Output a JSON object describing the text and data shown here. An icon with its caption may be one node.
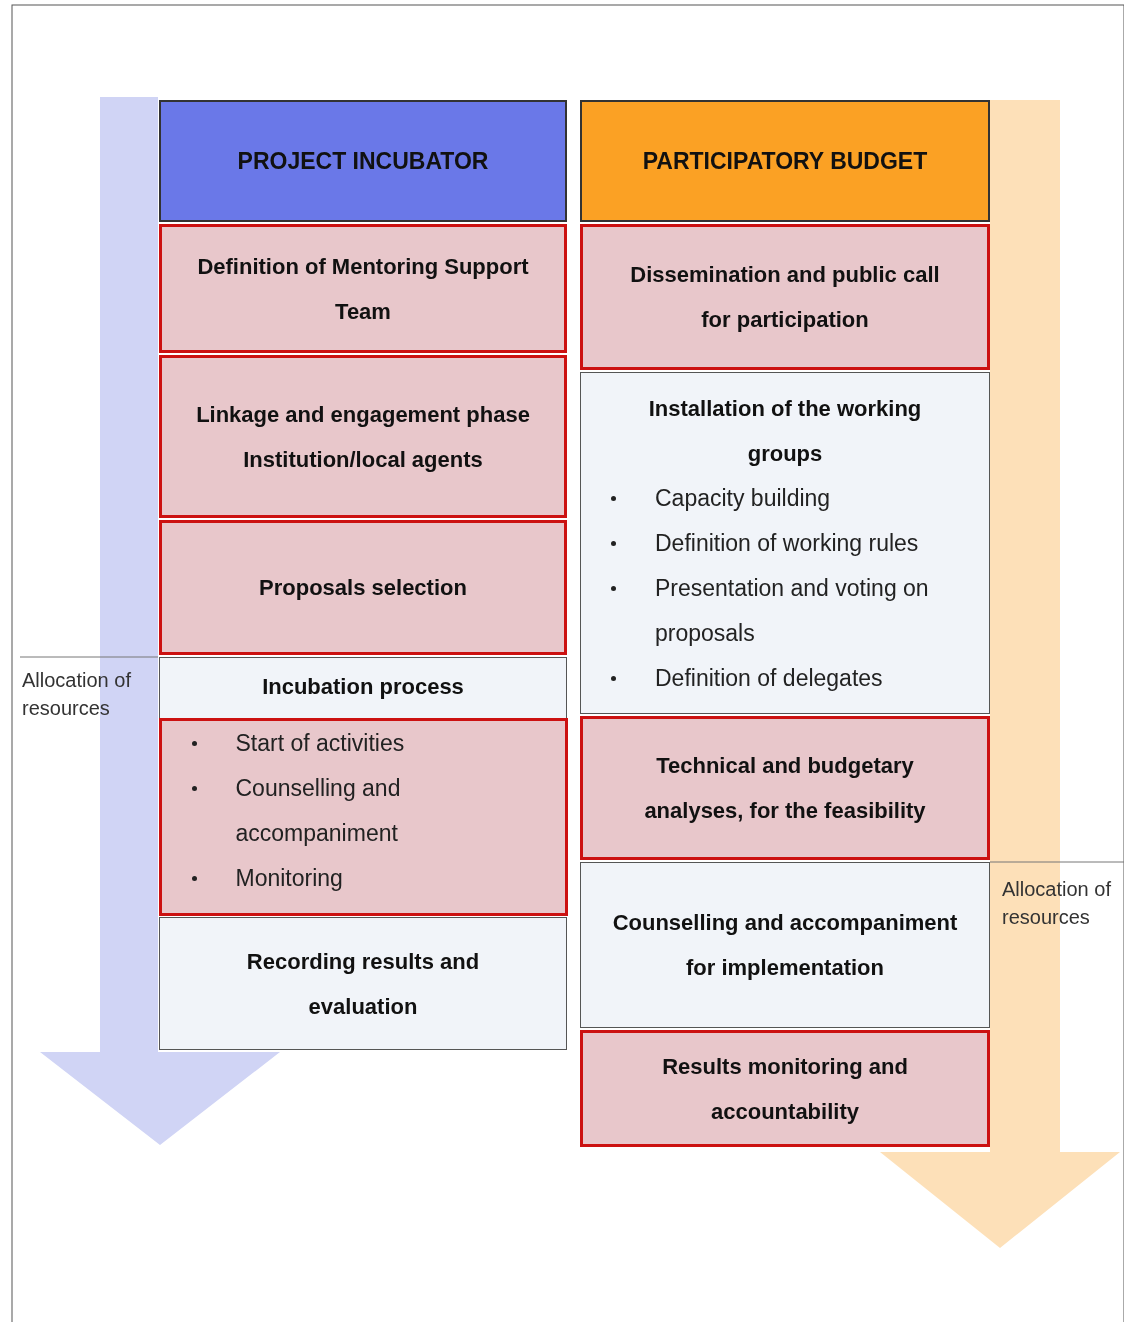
{
  "diagram": {
    "nodes": [
      {
        "text": [
          "PROJECT INCUBATOR"
        ]
      },
      {
        "text": [
          "Definition of Mentoring Support Team"
        ]
      },
      {
        "text": [
          "Linkage and engagement phase",
          "Institution/local agents"
        ]
      },
      {
        "text": [
          "Proposals selection"
        ]
      },
      {
        "text": [
          "Incubation process",
          "Start of activities",
          "Counselling and accompaniment",
          "Monitoring"
        ]
      },
      {
        "text": [
          "Recording results and evaluation"
        ]
      },
      {
        "text": [
          "PARTICIPATORY BUDGET"
        ]
      },
      {
        "text": [
          "Dissemination and public call for participation"
        ]
      },
      {
        "text": [
          "Installation of the working groups",
          "Capacity building",
          "Definition of working rules",
          "Presentation and voting on proposals",
          "Definition of delegates"
        ]
      },
      {
        "text": [
          "Technical and budgetary analyses, for the feasibility"
        ]
      },
      {
        "text": [
          "Counselling and accompaniment for implementation"
        ]
      },
      {
        "text": [
          "Results monitoring and accountability"
        ]
      }
    ],
    "labels": [
      "Allocation of resources",
      "Allocation of resources"
    ]
  }
}
